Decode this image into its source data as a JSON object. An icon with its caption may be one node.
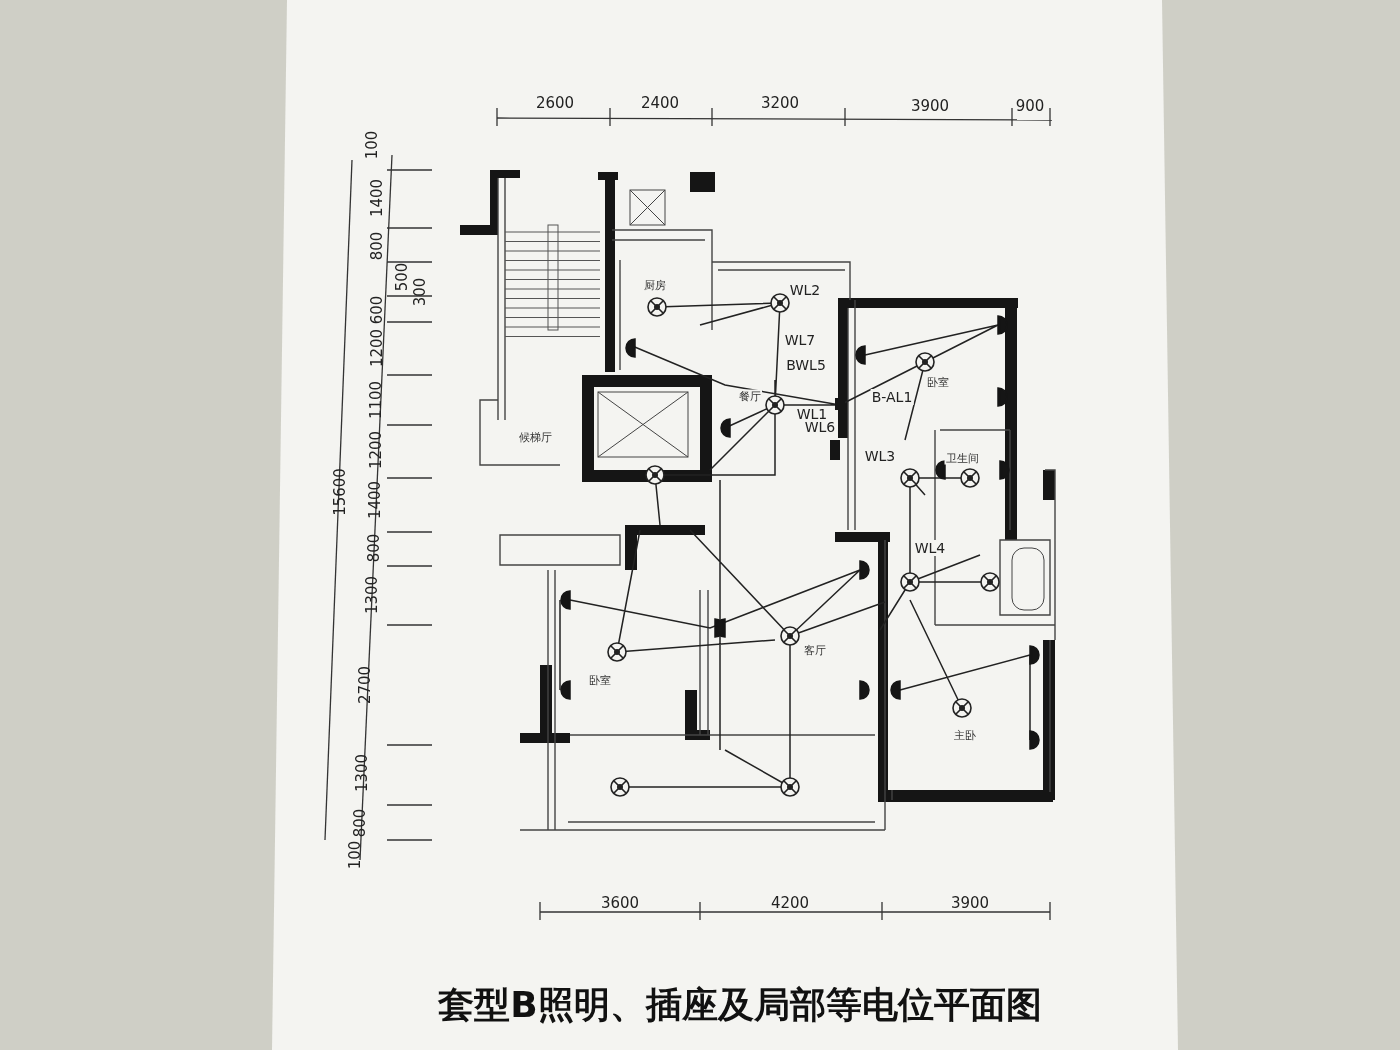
{
  "diagram": {
    "title": "套型B照明、插座及局部等电位平面图",
    "labels": [
      "2600",
      "2400",
      "3200",
      "3900",
      "900",
      "100",
      "1400",
      "800",
      "500",
      "300",
      "600",
      "1200",
      "1100",
      "1200",
      "15600",
      "1400",
      "800",
      "1300",
      "2700",
      "1300",
      "800",
      "100",
      "厨房",
      "WL2",
      "WL7",
      "BWL5",
      "卧室",
      "餐厅",
      "B-AL1",
      "WL1",
      "WL6",
      "候梯厅",
      "WL3",
      "卫生间",
      "WL4",
      "客厅",
      "卧室",
      "主卧",
      "3600",
      "4200",
      "3900"
    ]
  }
}
